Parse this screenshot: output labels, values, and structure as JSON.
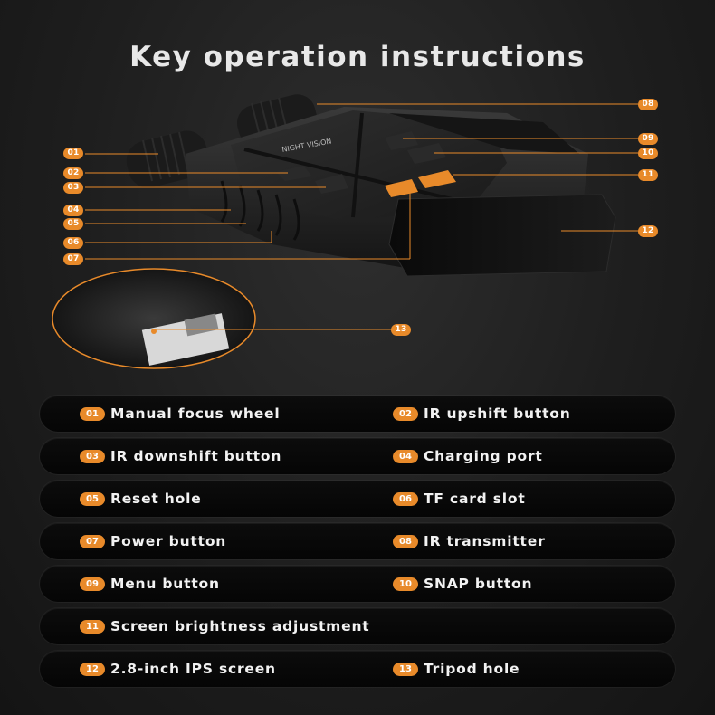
{
  "title": "Key operation instructions",
  "brand_text": "NIGHT VISION",
  "colors": {
    "accent": "#e88a2a",
    "background": "#1e1e1e",
    "row_bg": "#070707",
    "text": "#f2f2f2"
  },
  "callouts": [
    "01",
    "02",
    "03",
    "04",
    "05",
    "06",
    "07",
    "08",
    "09",
    "10",
    "11",
    "12",
    "13"
  ],
  "items": [
    {
      "num": "01",
      "label": "Manual focus wheel"
    },
    {
      "num": "02",
      "label": "IR upshift button"
    },
    {
      "num": "03",
      "label": "IR downshift button"
    },
    {
      "num": "04",
      "label": "Charging port"
    },
    {
      "num": "05",
      "label": "Reset hole"
    },
    {
      "num": "06",
      "label": "TF card slot"
    },
    {
      "num": "07",
      "label": "Power button"
    },
    {
      "num": "08",
      "label": "IR transmitter"
    },
    {
      "num": "09",
      "label": "Menu button"
    },
    {
      "num": "10",
      "label": "SNAP button"
    },
    {
      "num": "11",
      "label": "Screen brightness adjustment"
    },
    {
      "num": "12",
      "label": "2.8-inch IPS screen"
    },
    {
      "num": "13",
      "label": "Tripod hole"
    }
  ]
}
